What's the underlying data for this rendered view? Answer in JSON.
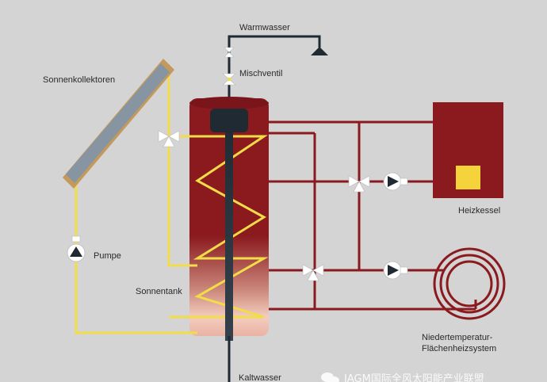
{
  "labels": {
    "warmwasser": "Warmwasser",
    "mischventil": "Mischventil",
    "sonnenkollektoren": "Sonnenkollektoren",
    "pumpe": "Pumpe",
    "sonnentank": "Sonnentank",
    "heizkessel": "Heizkessel",
    "niedertemperatur_line1": "Niedertemperatur-",
    "niedertemperatur_line2": "Flächenheizsystem",
    "kaltwasser": "Kaltwasser"
  },
  "watermark": {
    "text": "IAGM国际全风太阳能产业联盟",
    "icon": "wechat-icon"
  },
  "colors": {
    "background": "#d4d4d4",
    "tank": "#8b1a1f",
    "tank_light": "#f6d5c7",
    "solar_pipe": "#f2dc48",
    "heating_pipe": "#8b1a1f",
    "water_pipe": "#1f2a33",
    "boiler": "#8b1a1f",
    "flame": "#f5d33a",
    "collector_glass": "#8794a1",
    "collector_frame": "#c49a5b"
  }
}
